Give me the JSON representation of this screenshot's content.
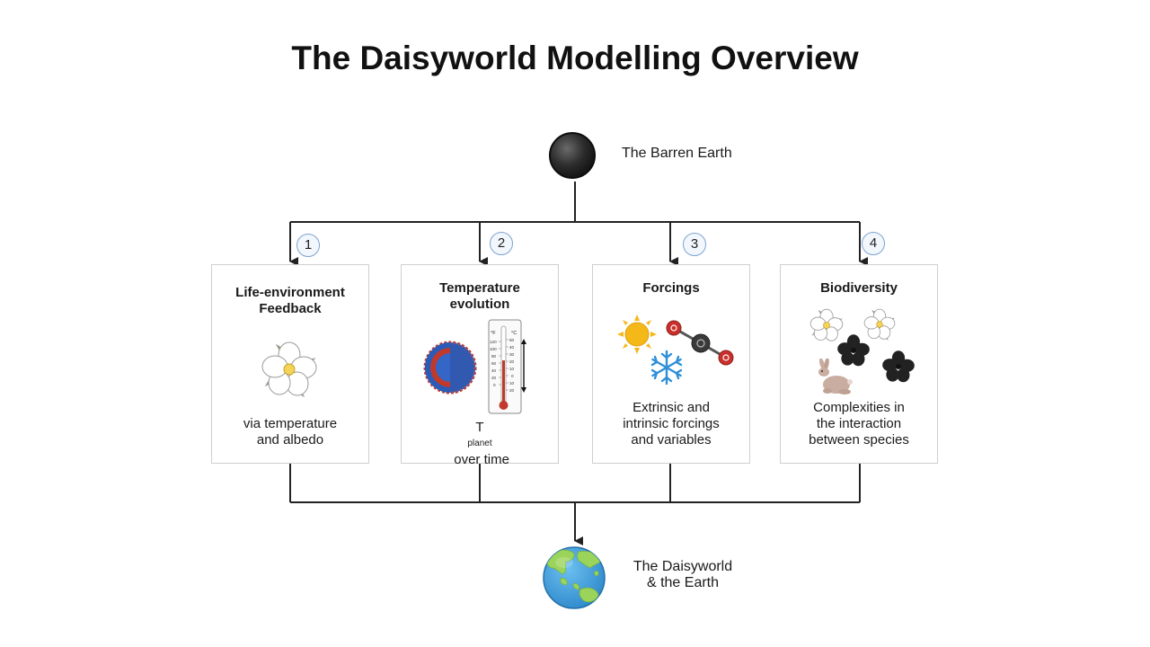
{
  "title": "The Daisyworld Modelling Overview",
  "top_node": {
    "label": "The Barren Earth",
    "icon": "dark-planet-icon"
  },
  "bottom_node": {
    "label_lines": [
      "The Daisyworld",
      "& the Earth"
    ],
    "icon": "earth-globe-icon"
  },
  "steps": [
    {
      "number": "1",
      "title_lines": [
        "Life-environment",
        "Feedback"
      ],
      "desc_lines": [
        "via temperature",
        "and albedo"
      ],
      "icons": [
        "white-daisy-icon"
      ]
    },
    {
      "number": "2",
      "title_lines": [
        "Temperature",
        "evolution"
      ],
      "desc_main": "T",
      "desc_sub": "planet",
      "desc_tail": " over time",
      "icons": [
        "planet-cross-section-icon",
        "thermometer-icon"
      ],
      "thermometer": {
        "f_unit": "°F",
        "c_unit": "°C",
        "f_ticks": [
          "120",
          "100",
          "80",
          "60",
          "40",
          "20",
          "0"
        ],
        "c_ticks": [
          "50",
          "40",
          "30",
          "20",
          "10",
          "0",
          "10",
          "20"
        ]
      }
    },
    {
      "number": "3",
      "title_lines": [
        "Forcings"
      ],
      "desc_lines": [
        "Extrinsic and",
        "intrinsic forcings",
        "and variables"
      ],
      "icons": [
        "sun-icon",
        "co2-molecule-icon",
        "snowflake-icon"
      ]
    },
    {
      "number": "4",
      "title_lines": [
        "Biodiversity"
      ],
      "desc_lines": [
        "Complexities in",
        "the interaction",
        "between species"
      ],
      "icons": [
        "white-daisy-icon",
        "black-daisy-icon",
        "rabbit-icon"
      ]
    }
  ],
  "colors": {
    "line": "#222222",
    "card_border": "#cfcfcf",
    "badge_border": "#7fa3cf",
    "ocean": "#3f9bd8",
    "land": "#9bd45a",
    "sun": "#f5b819",
    "snowflake": "#2f8fd8",
    "oxygen": "#c9302c",
    "carbon": "#3a3a3a",
    "thermo_red": "#c0392b",
    "dark_daisy": "#222222",
    "rabbit": "#c9ada0"
  }
}
